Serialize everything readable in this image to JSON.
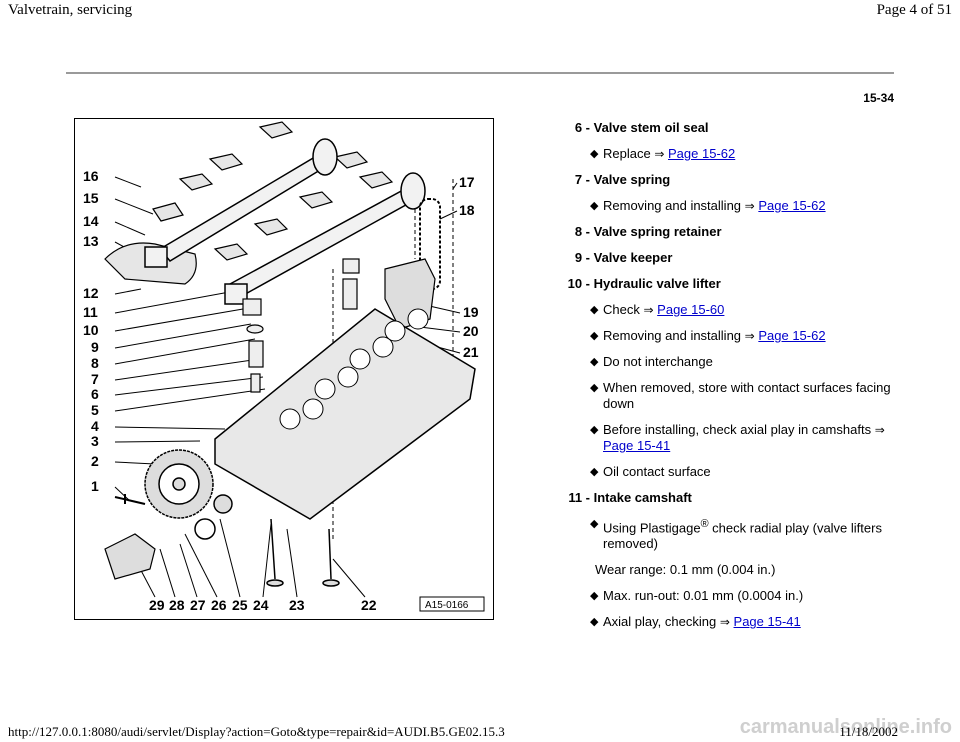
{
  "header": {
    "title": "Valvetrain, servicing",
    "page_info": "Page 4 of 51"
  },
  "page_number": "15-34",
  "figure": {
    "code": "A15-0166",
    "left_labels": [
      "16",
      "15",
      "14",
      "13",
      "12",
      "11",
      "10",
      "9",
      "8",
      "7",
      "6",
      "5",
      "4",
      "3",
      "2",
      "1"
    ],
    "right_labels": [
      "17",
      "18",
      "19",
      "20",
      "21"
    ],
    "bottom_labels": [
      "29",
      "28",
      "27",
      "26",
      "25",
      "24",
      "23",
      "22"
    ]
  },
  "legend": [
    {
      "num": "6 -",
      "title": "Valve stem oil seal",
      "bullets": [
        {
          "text": "Replace",
          "link": "Page 15-62"
        }
      ]
    },
    {
      "num": "7 -",
      "title": "Valve spring",
      "bullets": [
        {
          "text": "Removing and installing",
          "link": "Page 15-62"
        }
      ]
    },
    {
      "num": "8 -",
      "title": "Valve spring retainer",
      "bullets": []
    },
    {
      "num": "9 -",
      "title": "Valve keeper",
      "bullets": []
    },
    {
      "num": "10 -",
      "title": "Hydraulic valve lifter",
      "bullets": [
        {
          "text": "Check",
          "link": "Page 15-60"
        },
        {
          "text": "Removing and installing",
          "link": "Page 15-62"
        },
        {
          "text": "Do not interchange"
        },
        {
          "text": "When removed, store with contact surfaces facing down"
        },
        {
          "text": "Before installing, check axial play in camshafts",
          "link": "Page 15-41"
        },
        {
          "text": "Oil contact surface"
        }
      ]
    },
    {
      "num": "11 -",
      "title": "Intake camshaft",
      "bullets": [
        {
          "text_before": "Using Plastigage",
          "reg": "®",
          "text": "check radial play (valve lifters removed)"
        }
      ],
      "note": "Wear range: 0.1 mm (0.004 in.)",
      "bullets2": [
        {
          "text": "Max. run-out: 0.01 mm (0.0004 in.)"
        },
        {
          "text": "Axial play, checking",
          "link": "Page 15-41"
        }
      ]
    }
  ],
  "footer": {
    "url": "http://127.0.0.1:8080/audi/servlet/Display?action=Goto&type=repair&id=AUDI.B5.GE02.15.3",
    "date": "11/18/2002",
    "watermark": "carmanualsonline.info"
  }
}
